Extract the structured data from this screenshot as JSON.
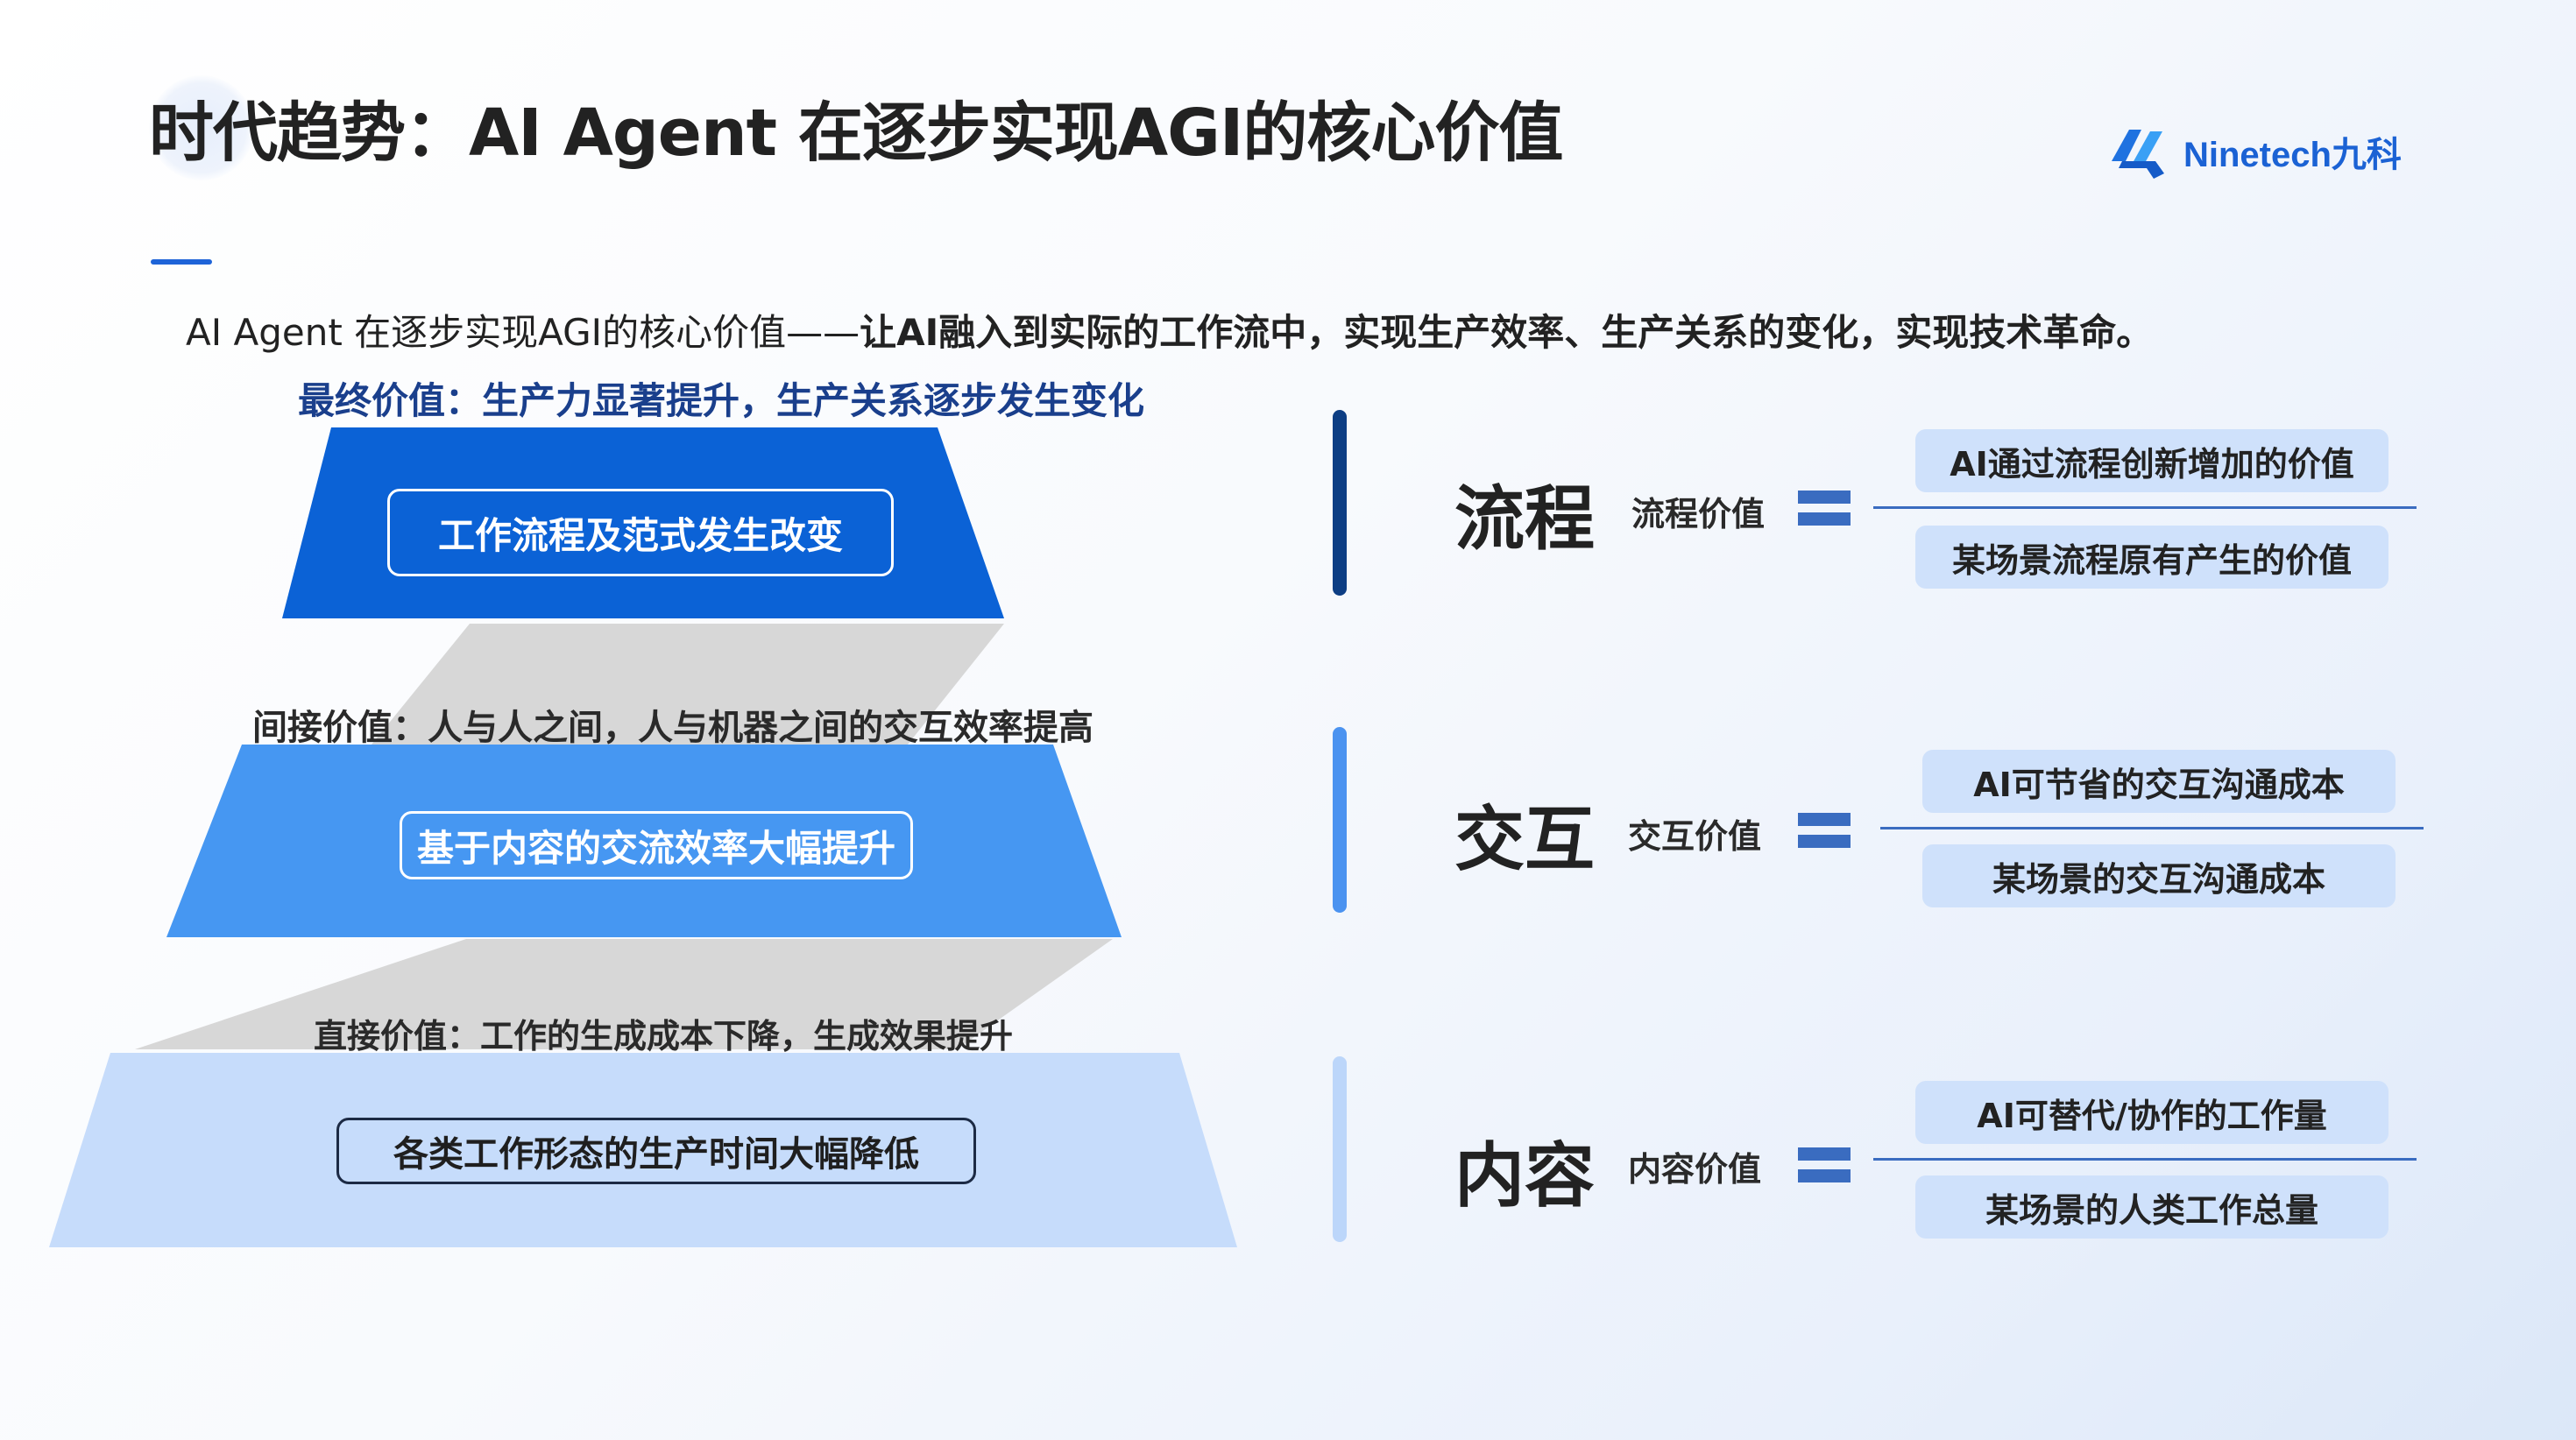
{
  "title": "时代趋势：AI Agent 在逐步实现AGI的核心价值",
  "logo": {
    "text": "Ninetech九科",
    "icon": "ninetech-logo-icon"
  },
  "subtitle": {
    "prefix": "AI Agent 在逐步实现AGI的核心价值——",
    "emphasis": "让AI融入到实际的工作流中，实现生产效率、生产关系的变化，实现技术革命。"
  },
  "pyramid": {
    "final_value": "最终价值：生产力显著提升，生产关系逐步发生变化",
    "tiers": [
      {
        "box_text": "工作流程及范式发生改变",
        "color": "#0b62d6"
      },
      {
        "box_text": "基于内容的交流效率大幅提升",
        "color": "#4697f2"
      },
      {
        "box_text": "各类工作形态的生产时间大幅降低",
        "color": "#c6dcfb"
      }
    ],
    "indirect_value": "间接价值：人与人之间，人与机器之间的交互效率提高",
    "direct_value": "直接价值：工作的生成成本下降，生成效果提升"
  },
  "categories": [
    {
      "name": "流程",
      "label": "流程价值",
      "items": [
        "AI通过流程创新增加的价值",
        "某场景流程原有产生的价值"
      ]
    },
    {
      "name": "交互",
      "label": "交互价值",
      "items": [
        "AI可节省的交互沟通成本",
        "某场景的交互沟通成本"
      ]
    },
    {
      "name": "内容",
      "label": "内容价值",
      "items": [
        "AI可替代/协作的工作量",
        "某场景的人类工作总量"
      ]
    }
  ]
}
